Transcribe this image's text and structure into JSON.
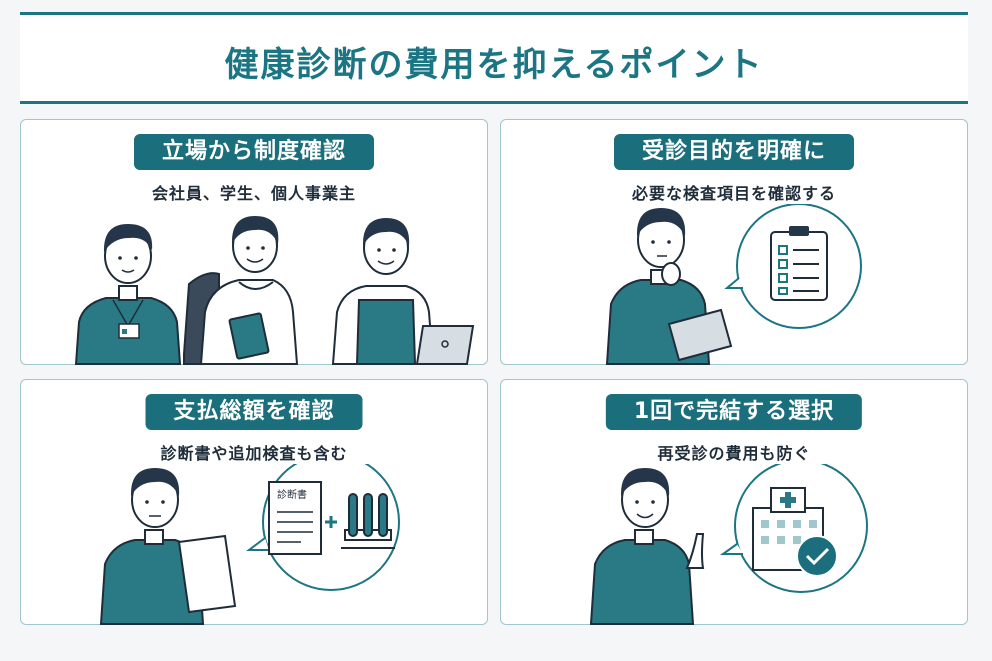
{
  "title": "健康診断の費用を抑えるポイント",
  "cards": [
    {
      "heading": "立場から制度確認",
      "subtitle": "会社員、学生、個人事業主"
    },
    {
      "heading": "受診目的を明確に",
      "subtitle": "必要な検査項目を確認する"
    },
    {
      "heading": "支払総額を確認",
      "subtitle": "診断書や追加検査も含む",
      "document_label": "診断書"
    },
    {
      "heading": "1回で完結する選択",
      "subtitle": "再受診の費用も防ぐ"
    }
  ],
  "colors": {
    "accent": "#1b7583",
    "badge": "#1b6e7b",
    "sweater": "#2a7a86",
    "hair": "#26364a"
  }
}
